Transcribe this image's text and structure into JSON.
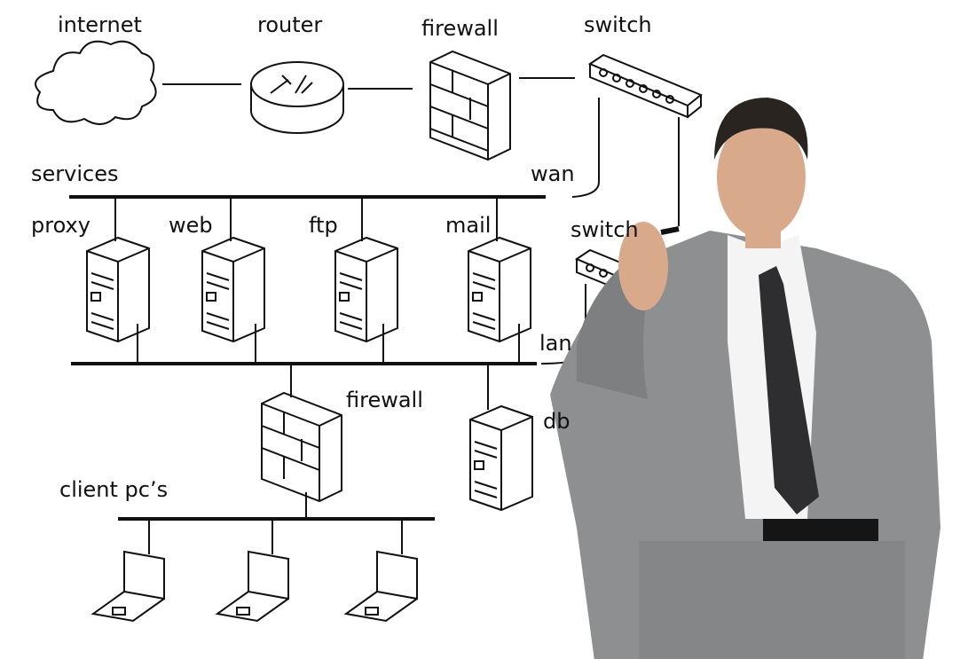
{
  "labels": {
    "internet": "internet",
    "router": "router",
    "firewall_top": "firewall",
    "switch_top": "switch",
    "services": "services",
    "wan": "wan",
    "proxy": "proxy",
    "web": "web",
    "ftp": "ftp",
    "mail": "mail",
    "switch_lan": "switch",
    "lan": "lan",
    "firewall_lan": "firewall",
    "db": "db",
    "clients": "client pc’s"
  },
  "colors": {
    "line": "#111111",
    "suit": "#8e8f91",
    "shirt": "#f4f4f4",
    "tie": "#2e2e30",
    "skin": "#d9a98c",
    "hair": "#2a2420"
  }
}
